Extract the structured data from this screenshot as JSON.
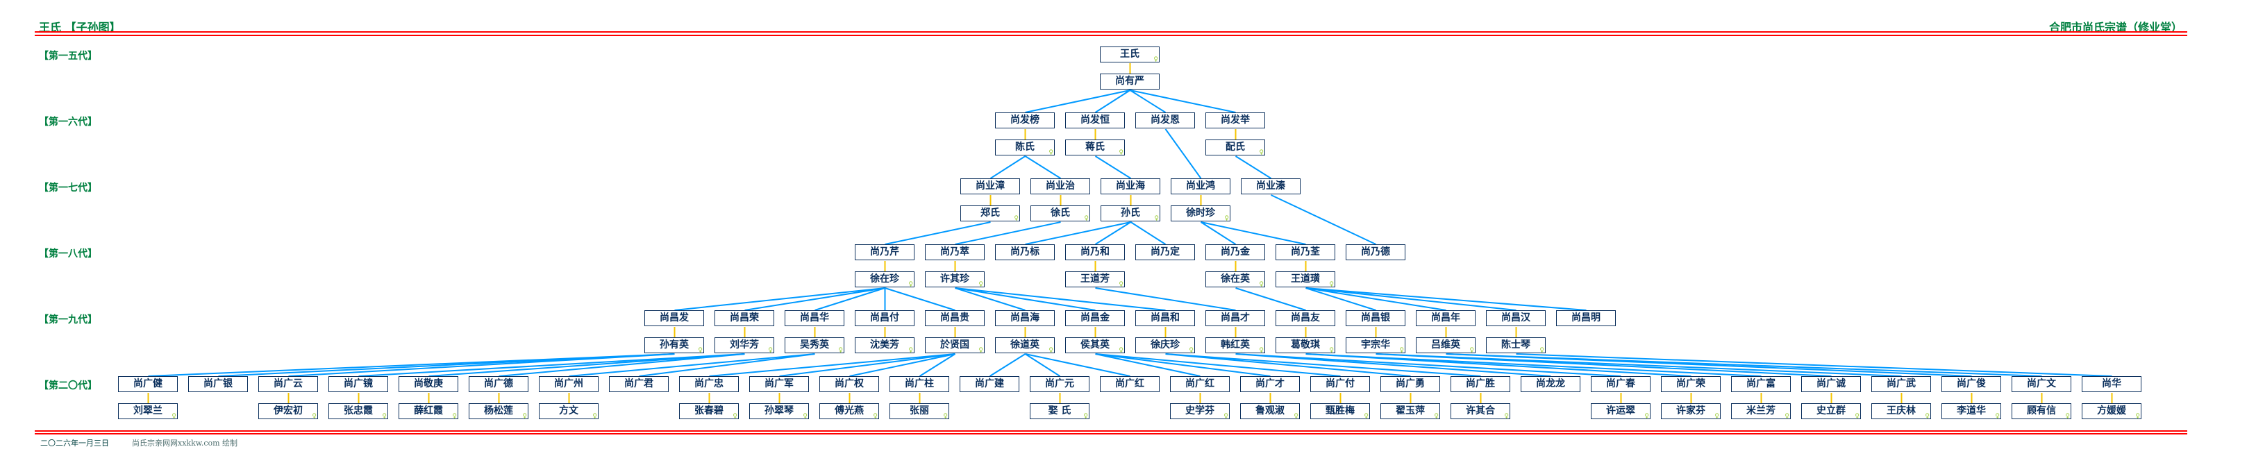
{
  "header": {
    "title": "王氏 【子孙图】",
    "site_title": "合肥市尚氏宗谱（修业堂）"
  },
  "footer": {
    "date": "二〇二六年一月三日",
    "credit": "尚氏宗亲网网xxkkw.com 绘制"
  },
  "colors": {
    "accent": "#008040",
    "rule": "#ff0000",
    "node_border": "#0b2f5c",
    "spouse_link": "#f5c400",
    "child_link": "#0099ff",
    "female_icon": "#9acd32"
  },
  "icons": {
    "female": "♀"
  },
  "generations": [
    {
      "label": "【第一五代】",
      "members": [
        {
          "name": "王氏",
          "female": true,
          "spouse": "尚有严",
          "spouse_female": false
        }
      ]
    },
    {
      "label": "【第一六代】",
      "members": [
        {
          "name": "尚发榜",
          "spouse": "陈氏",
          "parent": 0
        },
        {
          "name": "尚发恒",
          "spouse": "蒋氏",
          "parent": 0
        },
        {
          "name": "尚发恩",
          "parent": 0
        },
        {
          "name": "尚发举",
          "spouse": "配氏",
          "parent": 0
        }
      ]
    },
    {
      "label": "【第一七代】",
      "members": [
        {
          "name": "尚业漳",
          "spouse": "郑氏",
          "parent": 0
        },
        {
          "name": "尚业治",
          "spouse": "徐氏",
          "parent": 0
        },
        {
          "name": "尚业海",
          "spouse": "孙氏",
          "parent": 1
        },
        {
          "name": "尚业鸿",
          "spouse": "徐时珍",
          "parent": 2
        },
        {
          "name": "尚业溱",
          "parent": 3
        }
      ]
    },
    {
      "label": "【第一八代】",
      "members": [
        {
          "name": "尚乃芹",
          "spouse": "徐在珍",
          "parent": 0
        },
        {
          "name": "尚乃萃",
          "spouse": "许其珍",
          "parent": 1
        },
        {
          "name": "尚乃标",
          "parent": 2
        },
        {
          "name": "尚乃和",
          "spouse": "王道芳",
          "parent": 2
        },
        {
          "name": "尚乃定",
          "parent": 2
        },
        {
          "name": "尚乃金",
          "spouse": "徐在英",
          "parent": 3
        },
        {
          "name": "尚乃荃",
          "spouse": "王道璜",
          "parent": 3
        },
        {
          "name": "尚乃德",
          "parent": 4
        }
      ]
    },
    {
      "label": "【第一九代】",
      "members": [
        {
          "name": "尚昌发",
          "spouse": "孙有英",
          "parent": 0
        },
        {
          "name": "尚昌荣",
          "spouse": "刘华芳",
          "parent": 0
        },
        {
          "name": "尚昌华",
          "spouse": "吴秀英",
          "parent": 0
        },
        {
          "name": "尚昌付",
          "spouse": "沈美芳",
          "parent": 0
        },
        {
          "name": "尚昌贵",
          "spouse": "於贤国",
          "parent": 0
        },
        {
          "name": "尚昌海",
          "spouse": "徐道英",
          "parent": 1
        },
        {
          "name": "尚昌金",
          "spouse": "侯其英",
          "parent": 1
        },
        {
          "name": "尚昌和",
          "spouse": "徐庆珍",
          "parent": 1
        },
        {
          "name": "尚昌才",
          "spouse": "韩红英",
          "parent": 3
        },
        {
          "name": "尚昌友",
          "spouse": "葛敬琪",
          "parent": 5
        },
        {
          "name": "尚昌银",
          "spouse": "宇宗华",
          "parent": 6
        },
        {
          "name": "尚昌年",
          "spouse": "吕维英",
          "parent": 6
        },
        {
          "name": "尚昌汉",
          "spouse": "陈士琴",
          "parent": 6
        },
        {
          "name": "尚昌明",
          "parent": 6
        }
      ]
    },
    {
      "label": "【第二〇代】",
      "members": [
        {
          "name": "尚广健",
          "spouse": "刘翠兰",
          "parent": 0
        },
        {
          "name": "尚广银",
          "parent": 0
        },
        {
          "name": "尚广云",
          "spouse": "伊宏初",
          "parent": 0
        },
        {
          "name": "尚广镜",
          "spouse": "张忠霞",
          "parent": 1
        },
        {
          "name": "尚敬庚",
          "spouse": "薛红霞",
          "parent": 1
        },
        {
          "name": "尚广德",
          "spouse": "杨松莲",
          "parent": 1
        },
        {
          "name": "尚广州",
          "spouse": "方文",
          "parent": 2
        },
        {
          "name": "尚广君",
          "parent": 2
        },
        {
          "name": "尚广忠",
          "spouse": "张春碧",
          "parent": 4
        },
        {
          "name": "尚广军",
          "spouse": "孙翠琴",
          "parent": 4
        },
        {
          "name": "尚广权",
          "spouse": "傅光燕",
          "parent": 4
        },
        {
          "name": "尚广柱",
          "spouse": "张丽",
          "parent": 4
        },
        {
          "name": "尚广建",
          "parent": 5
        },
        {
          "name": "尚广元",
          "spouse": "娶 氏",
          "parent": 5
        },
        {
          "name": "尚广红",
          "parent": 5
        },
        {
          "name": "尚广红",
          "spouse": "史学芬",
          "parent": 6
        },
        {
          "name": "尚广才",
          "spouse": "鲁观淑",
          "parent": 6
        },
        {
          "name": "尚广付",
          "spouse": "甄胜梅",
          "parent": 6
        },
        {
          "name": "尚广勇",
          "spouse": "翟玉萍",
          "parent": 7
        },
        {
          "name": "尚广胜",
          "spouse": "许其合",
          "parent": 7
        },
        {
          "name": "尚龙龙",
          "parent": 8
        },
        {
          "name": "尚广春",
          "spouse": "许运翠",
          "parent": 8
        },
        {
          "name": "尚广荣",
          "spouse": "许家芬",
          "parent": 9
        },
        {
          "name": "尚广富",
          "spouse": "米兰芳",
          "parent": 9
        },
        {
          "name": "尚广诚",
          "spouse": "史立群",
          "parent": 10
        },
        {
          "name": "尚广武",
          "spouse": "王庆林",
          "parent": 10
        },
        {
          "name": "尚广俊",
          "spouse": "李道华",
          "parent": 11
        },
        {
          "name": "尚广文",
          "spouse": "顾有信",
          "parent": 11
        },
        {
          "name": "尚华",
          "spouse": "方媛媛",
          "parent": 12
        }
      ]
    }
  ]
}
